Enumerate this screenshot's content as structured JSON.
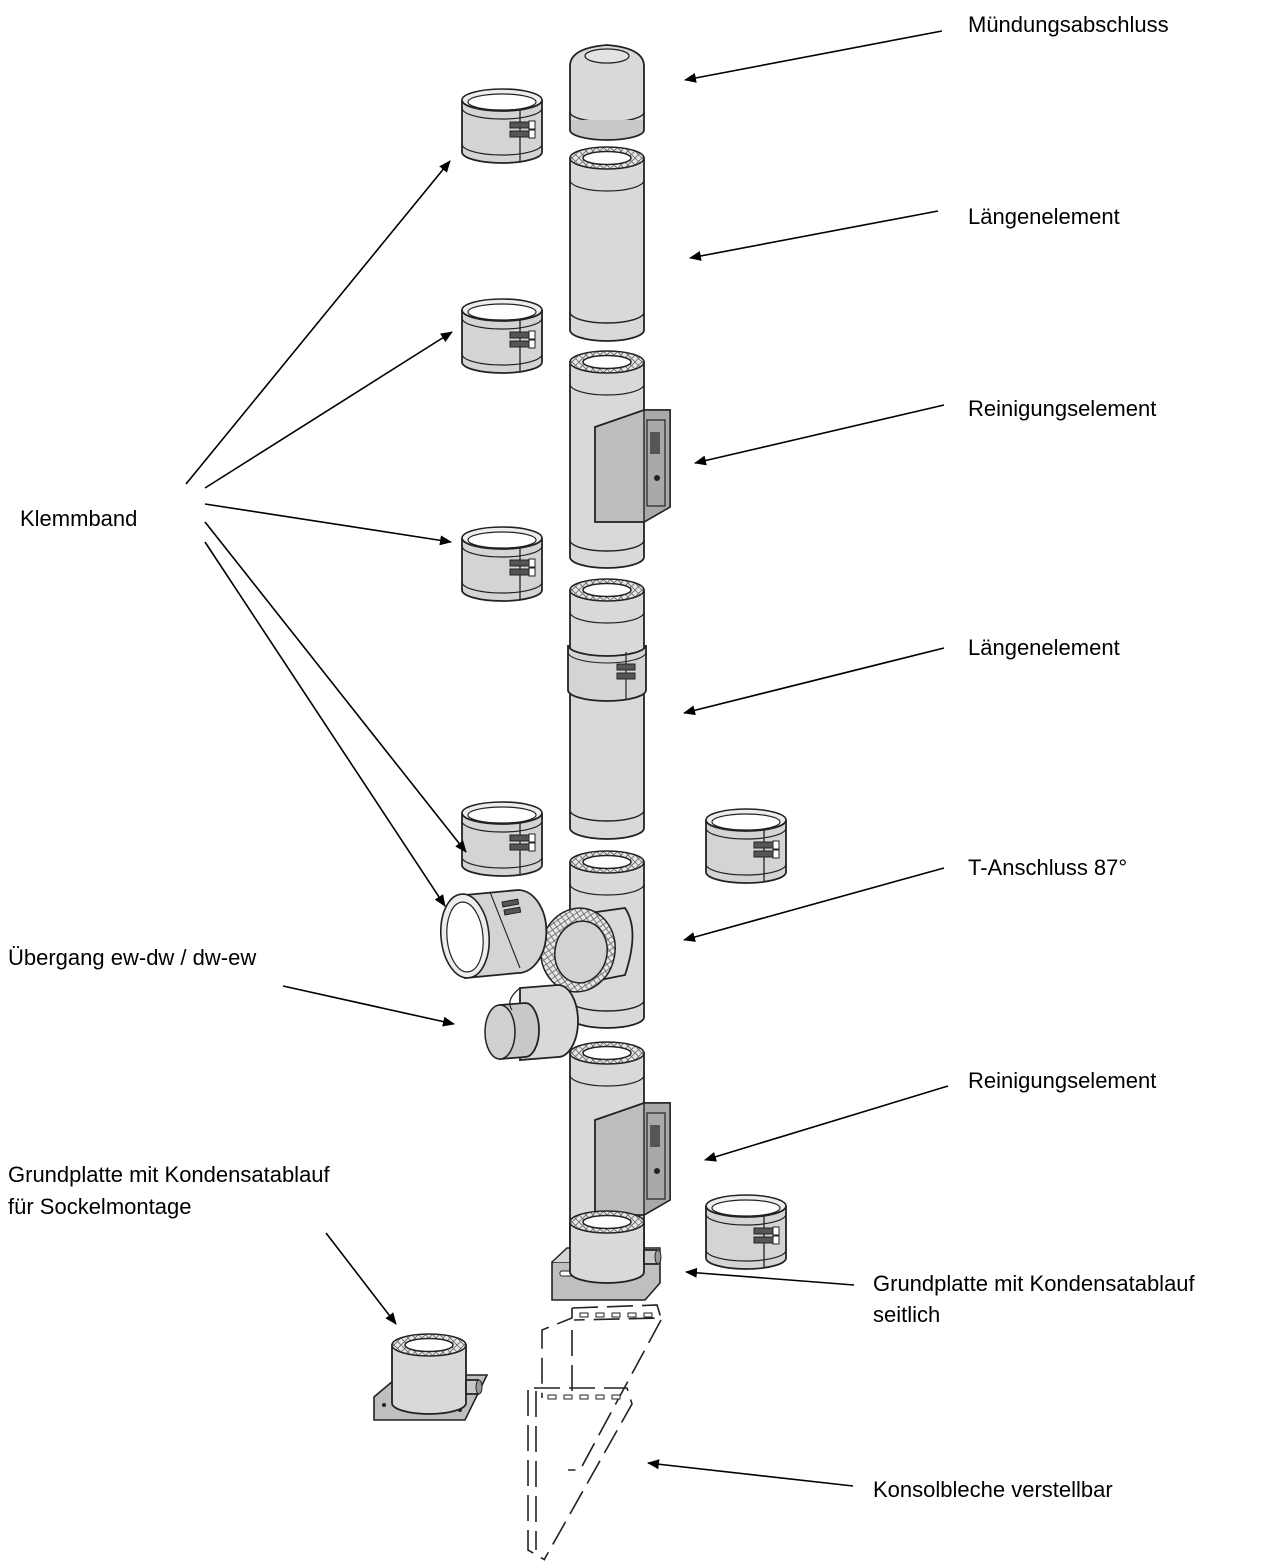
{
  "labels": {
    "muendungsabschluss": "Mündungsabschluss",
    "laengenelement_1": "Längenelement",
    "reinigungselement_1": "Reinigungselement",
    "klemmband": "Klemmband",
    "laengenelement_2": "Längenelement",
    "t_anschluss": "T-Anschluss 87°",
    "uebergang": "Übergang ew-dw / dw-ew",
    "reinigungselement_2": "Reinigungselement",
    "grundplatte_sockel_line1": "Grundplatte mit Kondensatablauf",
    "grundplatte_sockel_line2": "für Sockelmontage",
    "grundplatte_seitlich_line1": "Grundplatte mit Kondensatablauf",
    "grundplatte_seitlich_line2": "seitlich",
    "konsolbleche": "Konsolbleche verstellbar"
  }
}
